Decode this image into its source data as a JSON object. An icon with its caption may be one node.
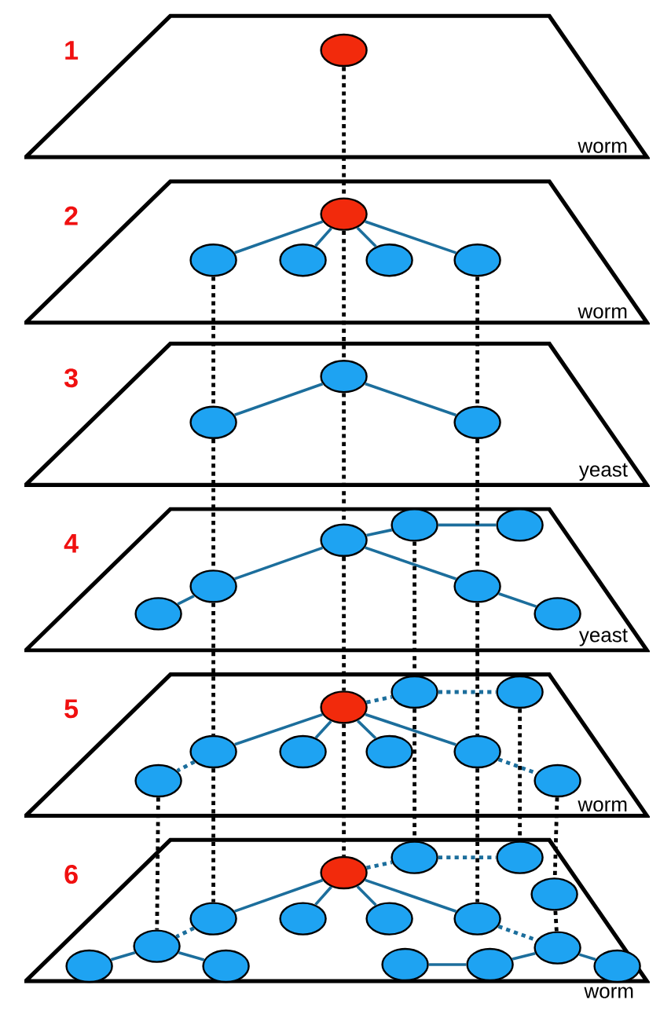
{
  "diagram": {
    "nodes": [
      {
        "text": [
          "worm"
        ],
        "beside": [
          "1"
        ]
      },
      {
        "text": [],
        "shape": "circle",
        "in": 0
      },
      {
        "text": [
          "worm"
        ],
        "beside": [
          "2"
        ]
      },
      {
        "text": [],
        "shape": "circle",
        "in": 2
      },
      {
        "text": [],
        "shape": "circle",
        "in": 2
      },
      {
        "text": [],
        "shape": "circle",
        "in": 2
      },
      {
        "text": [],
        "shape": "circle",
        "in": 2
      },
      {
        "text": [],
        "shape": "circle",
        "in": 2
      },
      {
        "text": [
          "yeast"
        ],
        "beside": [
          "3"
        ]
      },
      {
        "text": [],
        "shape": "circle",
        "in": 8
      },
      {
        "text": [],
        "shape": "circle",
        "in": 8
      },
      {
        "text": [],
        "shape": "circle",
        "in": 8
      },
      {
        "text": [
          "yeast"
        ],
        "beside": [
          "4"
        ]
      },
      {
        "text": [],
        "shape": "circle",
        "in": 12
      },
      {
        "text": [],
        "shape": "circle",
        "in": 12
      },
      {
        "text": [],
        "shape": "circle",
        "in": 12
      },
      {
        "text": [],
        "shape": "circle",
        "in": 12
      },
      {
        "text": [],
        "shape": "circle",
        "in": 12
      },
      {
        "text": [],
        "shape": "circle",
        "in": 12
      },
      {
        "text": [],
        "shape": "circle",
        "in": 12
      },
      {
        "text": [
          "worm"
        ],
        "beside": [
          "5"
        ]
      },
      {
        "text": [],
        "shape": "circle",
        "in": 20
      },
      {
        "text": [],
        "shape": "circle",
        "in": 20
      },
      {
        "text": [],
        "shape": "circle",
        "in": 20
      },
      {
        "text": [],
        "shape": "circle",
        "in": 20
      },
      {
        "text": [],
        "shape": "circle",
        "in": 20
      },
      {
        "text": [],
        "shape": "circle",
        "in": 20
      },
      {
        "text": [],
        "shape": "circle",
        "in": 20
      },
      {
        "text": [],
        "shape": "circle",
        "in": 20
      },
      {
        "text": [],
        "shape": "circle",
        "in": 20
      },
      {
        "text": [
          "worm"
        ],
        "beside": [
          "6"
        ]
      },
      {
        "text": [],
        "shape": "circle",
        "in": 30
      },
      {
        "text": [],
        "shape": "circle",
        "in": 30
      },
      {
        "text": [],
        "shape": "circle",
        "in": 30
      },
      {
        "text": [],
        "shape": "circle",
        "in": 30
      },
      {
        "text": [],
        "shape": "circle",
        "in": 30
      },
      {
        "text": [],
        "shape": "circle",
        "in": 30
      },
      {
        "text": [],
        "shape": "circle",
        "in": 30
      },
      {
        "text": [],
        "shape": "circle",
        "in": 30
      },
      {
        "text": [],
        "shape": "circle",
        "in": 30
      },
      {
        "text": [],
        "shape": "circle",
        "in": 30
      },
      {
        "text": [],
        "shape": "circle",
        "in": 30
      },
      {
        "text": [],
        "shape": "circle",
        "in": 30
      },
      {
        "text": [],
        "shape": "circle",
        "in": 30
      },
      {
        "text": [],
        "shape": "circle",
        "in": 30
      },
      {
        "text": [],
        "shape": "circle",
        "in": 30
      }
    ],
    "edges": [
      {
        "from": 3,
        "to": 4,
        "arrow": "none"
      },
      {
        "from": 3,
        "to": 5,
        "arrow": "none"
      },
      {
        "from": 3,
        "to": 6,
        "arrow": "none"
      },
      {
        "from": 3,
        "to": 7,
        "arrow": "none"
      },
      {
        "from": 9,
        "to": 10,
        "arrow": "none"
      },
      {
        "from": 9,
        "to": 11,
        "arrow": "none"
      },
      {
        "from": 15,
        "to": 13,
        "arrow": "none"
      },
      {
        "from": 13,
        "to": 14,
        "arrow": "none"
      },
      {
        "from": 15,
        "to": 16,
        "arrow": "none"
      },
      {
        "from": 15,
        "to": 17,
        "arrow": "none"
      },
      {
        "from": 16,
        "to": 18,
        "arrow": "none"
      },
      {
        "from": 17,
        "to": 19,
        "arrow": "none"
      },
      {
        "from": 23,
        "to": 24,
        "arrow": "none"
      },
      {
        "from": 23,
        "to": 25,
        "arrow": "none"
      },
      {
        "from": 23,
        "to": 26,
        "arrow": "none"
      },
      {
        "from": 23,
        "to": 27,
        "arrow": "none"
      },
      {
        "from": 23,
        "to": 21,
        "arrow": "none",
        "style": "dashed"
      },
      {
        "from": 21,
        "to": 22,
        "arrow": "none",
        "style": "dashed"
      },
      {
        "from": 24,
        "to": 28,
        "arrow": "none",
        "style": "dashed"
      },
      {
        "from": 27,
        "to": 29,
        "arrow": "none",
        "style": "dashed"
      },
      {
        "from": 33,
        "to": 35,
        "arrow": "none"
      },
      {
        "from": 33,
        "to": 36,
        "arrow": "none"
      },
      {
        "from": 33,
        "to": 37,
        "arrow": "none"
      },
      {
        "from": 33,
        "to": 38,
        "arrow": "none"
      },
      {
        "from": 33,
        "to": 31,
        "arrow": "none",
        "style": "dashed"
      },
      {
        "from": 31,
        "to": 32,
        "arrow": "none",
        "style": "dashed"
      },
      {
        "from": 35,
        "to": 39,
        "arrow": "none",
        "style": "dashed"
      },
      {
        "from": 38,
        "to": 40,
        "arrow": "none",
        "style": "dashed"
      },
      {
        "from": 39,
        "to": 41,
        "arrow": "none"
      },
      {
        "from": 39,
        "to": 42,
        "arrow": "none"
      },
      {
        "from": 43,
        "to": 44,
        "arrow": "none"
      },
      {
        "from": 44,
        "to": 40,
        "arrow": "none"
      },
      {
        "from": 40,
        "to": 45,
        "arrow": "none"
      },
      {
        "from": 1,
        "to": 3,
        "arrow": "none",
        "style": "dashed",
        "color": "#000000"
      },
      {
        "from": 3,
        "to": 9,
        "arrow": "none",
        "style": "dashed",
        "color": "#000000"
      },
      {
        "from": 9,
        "to": 15,
        "arrow": "none",
        "style": "dashed",
        "color": "#000000"
      },
      {
        "from": 15,
        "to": 23,
        "arrow": "none",
        "style": "dashed",
        "color": "#000000"
      },
      {
        "from": 23,
        "to": 33,
        "arrow": "none",
        "style": "dashed",
        "color": "#000000"
      },
      {
        "from": 4,
        "to": 10,
        "arrow": "none",
        "style": "dashed",
        "color": "#000000"
      },
      {
        "from": 10,
        "to": 16,
        "arrow": "none",
        "style": "dashed",
        "color": "#000000"
      },
      {
        "from": 16,
        "to": 24,
        "arrow": "none",
        "style": "dashed",
        "color": "#000000"
      },
      {
        "from": 24,
        "to": 35,
        "arrow": "none",
        "style": "dashed",
        "color": "#000000"
      },
      {
        "from": 7,
        "to": 11,
        "arrow": "none",
        "style": "dashed",
        "color": "#000000"
      },
      {
        "from": 11,
        "to": 17,
        "arrow": "none",
        "style": "dashed",
        "color": "#000000"
      },
      {
        "from": 17,
        "to": 27,
        "arrow": "none",
        "style": "dashed",
        "color": "#000000"
      },
      {
        "from": 27,
        "to": 38,
        "arrow": "none",
        "style": "dashed",
        "color": "#000000"
      },
      {
        "from": 13,
        "to": 21,
        "arrow": "none",
        "style": "dashed",
        "color": "#000000"
      },
      {
        "from": 21,
        "to": 31,
        "arrow": "none",
        "style": "dashed",
        "color": "#000000"
      },
      {
        "from": 22,
        "to": 32,
        "arrow": "none",
        "style": "dashed",
        "color": "#000000"
      },
      {
        "from": 28,
        "to": 39,
        "arrow": "none",
        "style": "dashed",
        "color": "#000000"
      },
      {
        "from": 29,
        "to": 34,
        "arrow": "none",
        "style": "dashed",
        "color": "#000000"
      },
      {
        "from": 34,
        "to": 40,
        "arrow": "none",
        "style": "dashed",
        "color": "#000000"
      }
    ]
  }
}
